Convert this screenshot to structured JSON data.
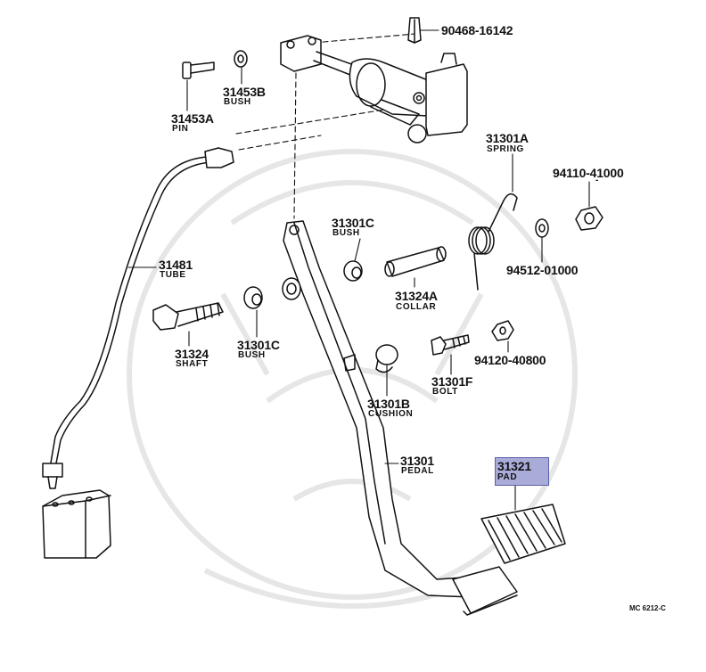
{
  "diagram_id": "MC 6212-C",
  "parts": [
    {
      "number": "90468-16142",
      "name": ""
    },
    {
      "number": "31453B",
      "name": "BUSH"
    },
    {
      "number": "31453A",
      "name": "PIN"
    },
    {
      "number": "31301A",
      "name": "SPRING"
    },
    {
      "number": "94110-41000",
      "name": "-"
    },
    {
      "number": "94512-01000",
      "name": ""
    },
    {
      "number": "31301C",
      "name": "BUSH"
    },
    {
      "number": "31481",
      "name": "TUBE"
    },
    {
      "number": "31324A",
      "name": "COLLAR"
    },
    {
      "number": "31324",
      "name": "SHAFT"
    },
    {
      "number": "31301C",
      "name": "BUSH"
    },
    {
      "number": "94120-40800",
      "name": ""
    },
    {
      "number": "31301F",
      "name": "BOLT"
    },
    {
      "number": "31301B",
      "name": "CUSHION"
    },
    {
      "number": "31301",
      "name": "PEDAL"
    },
    {
      "number": "31321",
      "name": "PAD",
      "highlighted": true
    }
  ],
  "colors": {
    "line": "#111111",
    "highlight": "#a9acd8",
    "watermark": "#e4e4e4"
  }
}
